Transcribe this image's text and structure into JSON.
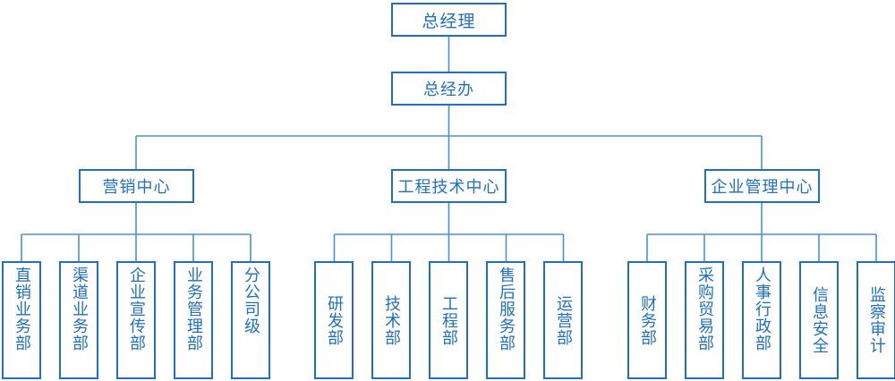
{
  "chart": {
    "title": "",
    "accent_color": "#1F6FC4",
    "line_color": "#4A90D9",
    "background": "#ffffff"
  },
  "levels": {
    "root": {
      "label": "总经理"
    },
    "office": {
      "label": "总经办"
    },
    "centers": [
      {
        "label": "营销中心"
      },
      {
        "label": "工程技术中心"
      },
      {
        "label": "企业管理中心"
      }
    ],
    "departments": {
      "marketing": [
        {
          "label": "直销业务部"
        },
        {
          "label": "渠道业务部"
        },
        {
          "label": "企业宣传部"
        },
        {
          "label": "业务管理部"
        },
        {
          "label": "分公司级"
        }
      ],
      "engineering": [
        {
          "label": "研发部"
        },
        {
          "label": "技术部"
        },
        {
          "label": "工程部"
        },
        {
          "label": "售后服务部"
        },
        {
          "label": "运营部"
        }
      ],
      "management": [
        {
          "label": "财务部"
        },
        {
          "label": "采购贸易部"
        },
        {
          "label": "人事行政部"
        },
        {
          "label": "信息安全"
        },
        {
          "label": "监察审计"
        }
      ]
    }
  }
}
